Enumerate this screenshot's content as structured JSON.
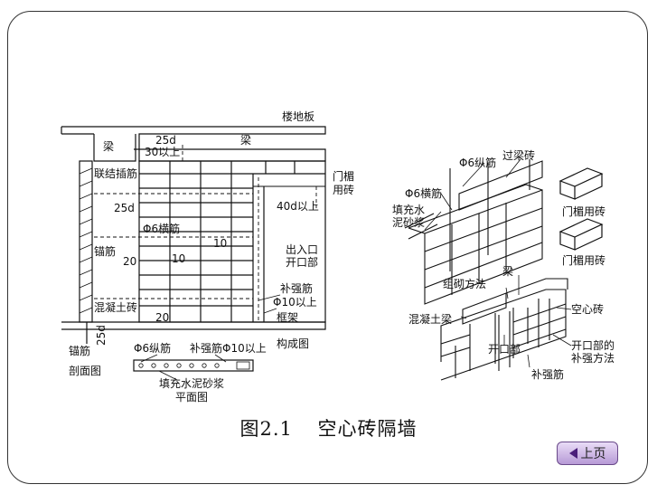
{
  "caption": {
    "fig_no": "图2.1",
    "title": "空心砖隔墙"
  },
  "nav": {
    "prev_label": "上页"
  },
  "section_labels": {
    "section": "剖面图",
    "plan": "平面图"
  },
  "left_labels": {
    "floor_slab": "楼地板",
    "beam_left": "梁",
    "beam_top": "梁",
    "d25_top": "25d",
    "above30": "30以上",
    "tie_bars": "联结插筋",
    "lintel_brick1": "门楣",
    "lintel_brick2": "用砖",
    "d25_mid": "25d",
    "above40d": "40d以上",
    "phi6_horizontal": "Φ6横筋",
    "anchor_bar": "锚筋",
    "n10a": "10",
    "n20a": "20",
    "n10b": "10",
    "opening1": "出入口",
    "opening2": "开口部",
    "reinforcing_bar": "补强筋",
    "phi10_above": "Φ10以上",
    "concrete_brick": "混凝土砖",
    "frame": "框架",
    "n20b": "20",
    "anchor_bottom": "锚筋",
    "d25_bottom": "25d",
    "structure_diagram": "构成图",
    "phi6_longitudinal": "Φ6纵筋",
    "reinforcing_phi10": "补强筋Φ10以上",
    "mortar1": "填充水泥砂浆"
  },
  "right_labels": {
    "phi6_long": "Φ6纵筋",
    "over_beam_brick": "过梁砖",
    "phi6_horiz": "Φ6横筋",
    "mortar_a": "填充水",
    "mortar_b": "泥砂浆",
    "lintel_brick_a": "门楣用砖",
    "lintel_brick_b": "门楣用砖",
    "beam": "梁",
    "masonry_method": "组砌方法",
    "concrete_beam": "混凝土梁",
    "hollow_brick": "空心砖",
    "opening": "开口部",
    "reinf_method1": "开口部的",
    "reinf_method2": "补强方法",
    "reinf_bar": "补强筋"
  }
}
